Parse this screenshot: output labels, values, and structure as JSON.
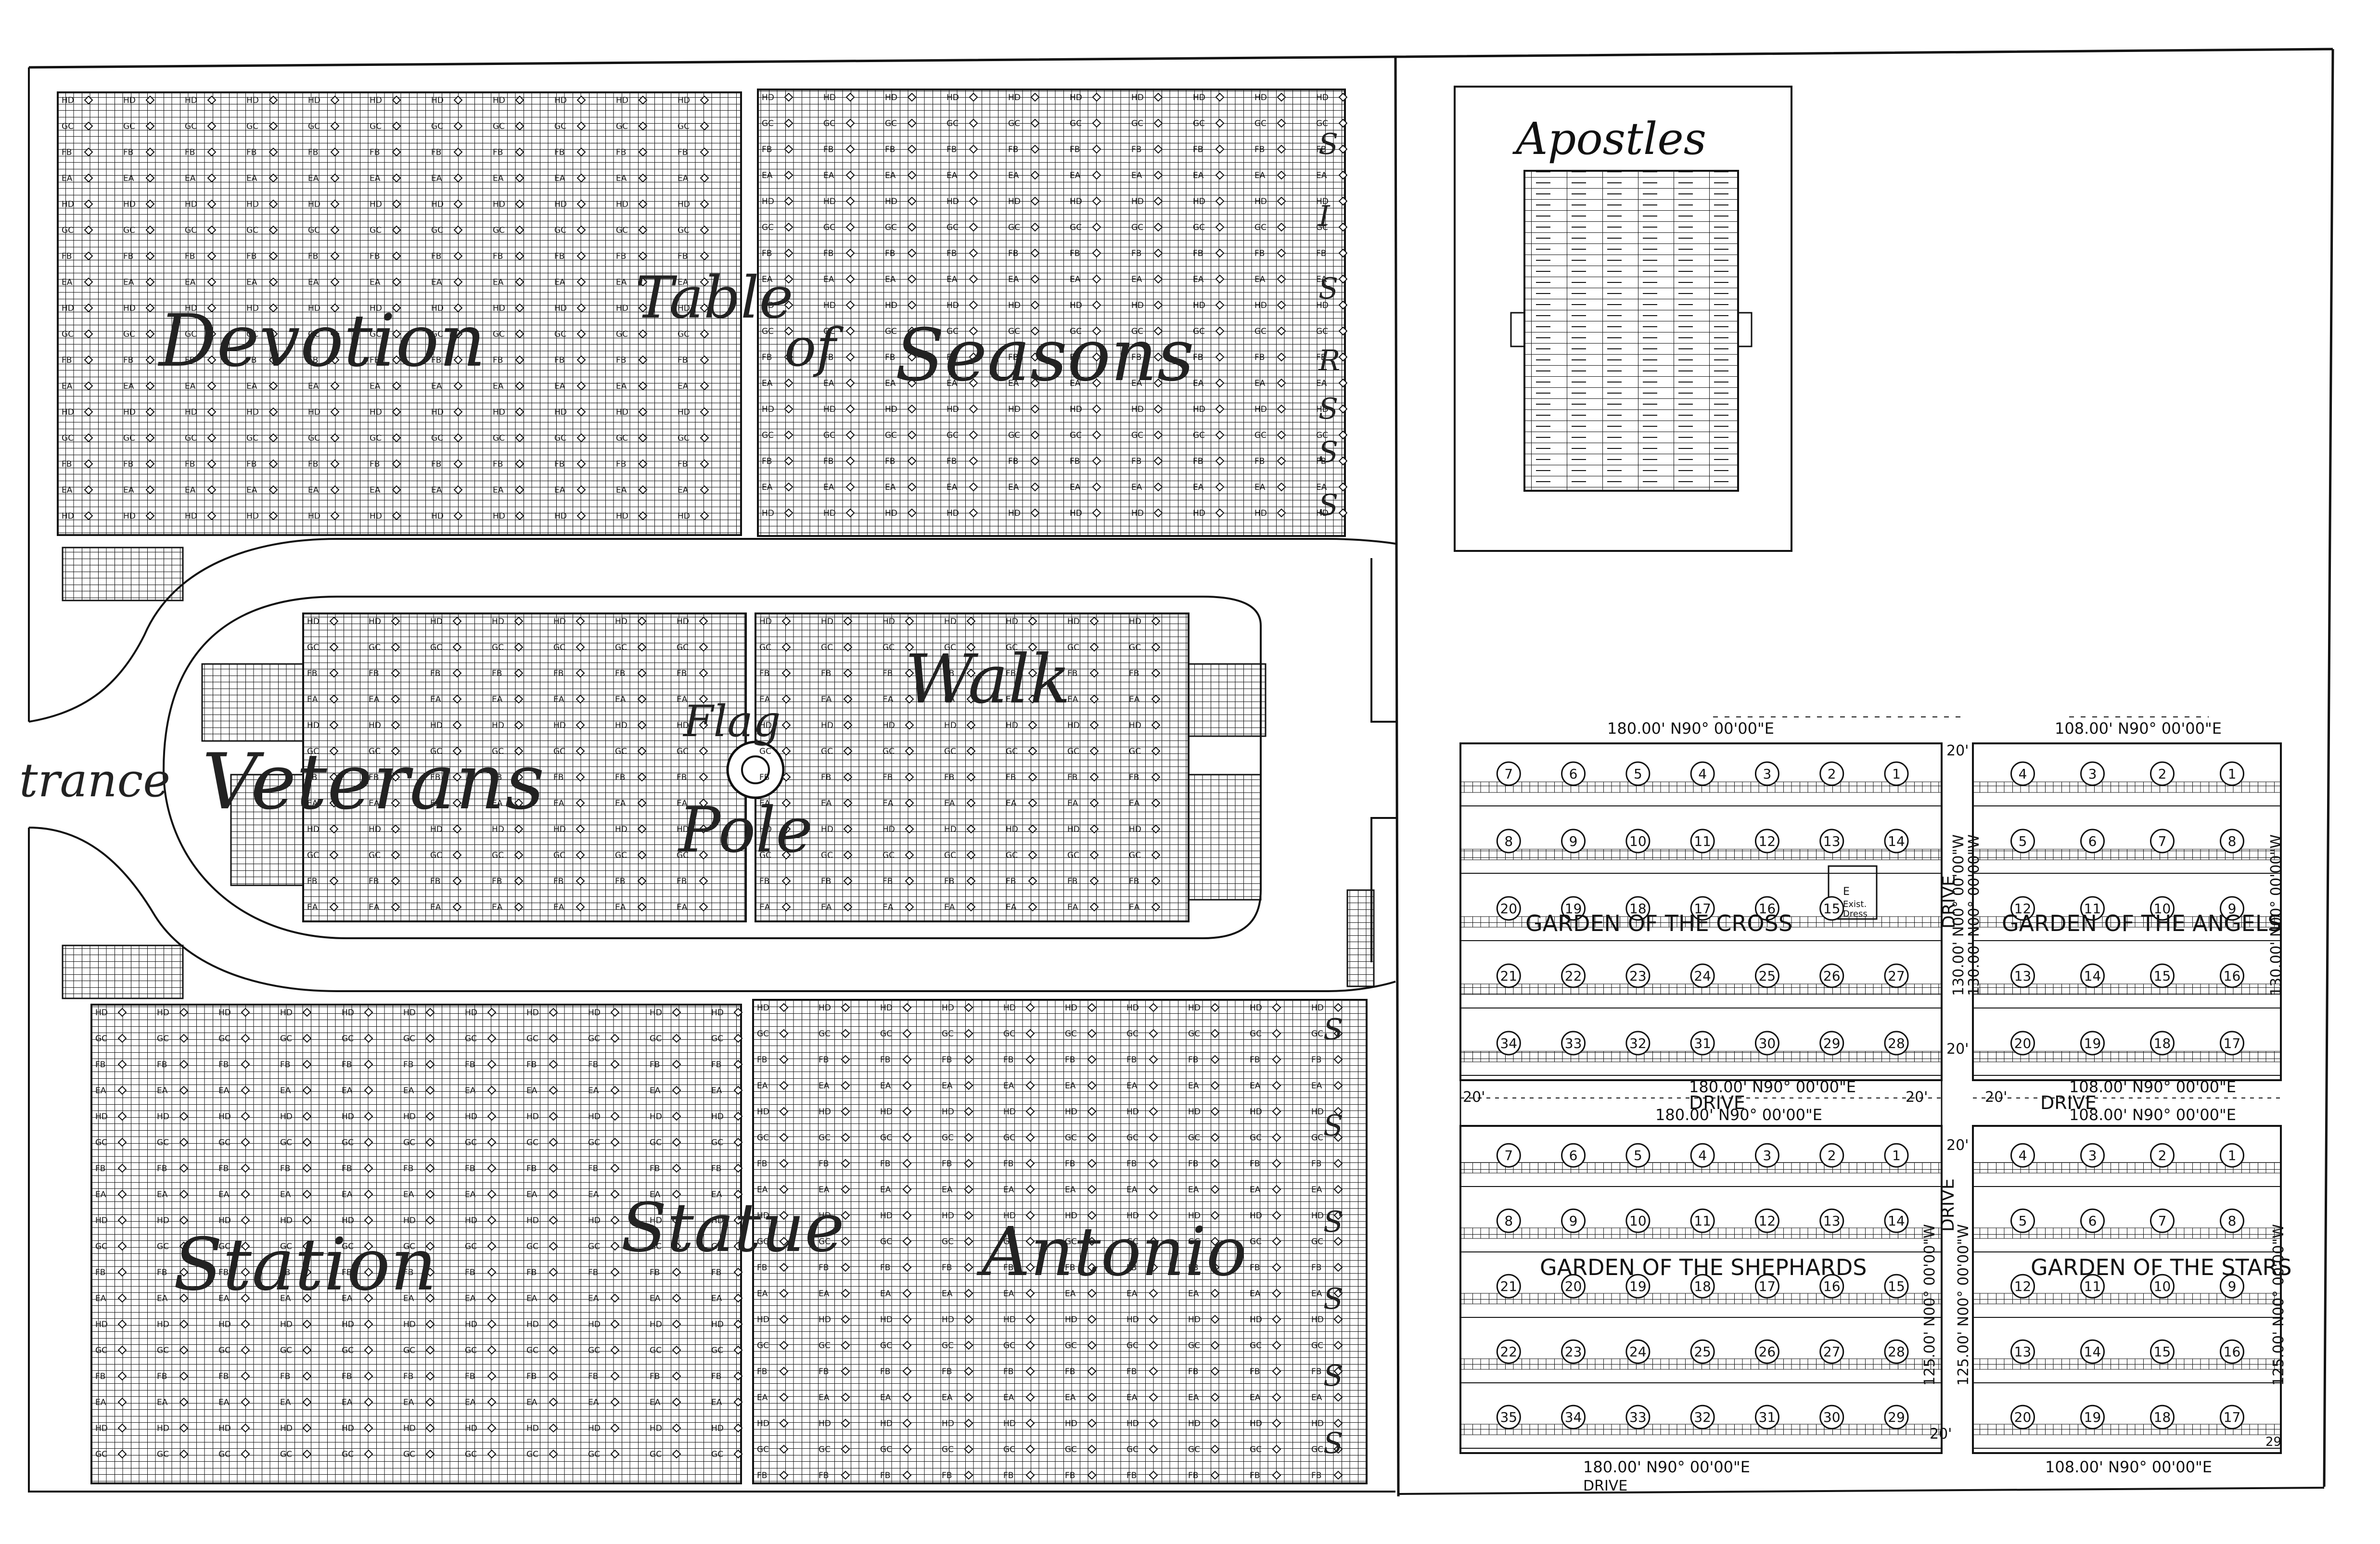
{
  "colors": {
    "ink": "#111111",
    "paper": "#ffffff",
    "faint": "#777777"
  },
  "section_cell_letters": [
    "H",
    "D",
    "G",
    "C",
    "F",
    "B",
    "E",
    "A"
  ],
  "row_pattern": [
    "HD",
    "GC",
    "FB",
    "EA"
  ],
  "left_map": {
    "entrance_label": "trance",
    "handwritten": [
      {
        "key": "devotion",
        "text": "Devotion"
      },
      {
        "key": "table",
        "text": "Table"
      },
      {
        "key": "of",
        "text": "of"
      },
      {
        "key": "seasons",
        "text": "Seasons"
      },
      {
        "key": "veterans",
        "text": "Veterans"
      },
      {
        "key": "flag",
        "text": "Flag"
      },
      {
        "key": "pole",
        "text": "Pole"
      },
      {
        "key": "walk",
        "text": "Walk"
      },
      {
        "key": "station",
        "text": "Station"
      },
      {
        "key": "statue",
        "text": "Statue"
      },
      {
        "key": "antonio",
        "text": "Antonio"
      }
    ],
    "seasons_letters": [
      "S",
      "I",
      "S",
      "R",
      "S",
      "S",
      "S"
    ],
    "bottom_right_letters": [
      "S",
      "S",
      "S",
      "S",
      "S",
      "S"
    ]
  },
  "apostles": {
    "title": "Apostles",
    "rows": 24,
    "cols": 6
  },
  "gardens": [
    {
      "key": "cross",
      "name": "GARDEN OF THE CROSS",
      "top_dim": "180.00' N90° 00'00\"E",
      "bottom_dim": "180.00' N90° 00'00\"E",
      "side_dim": "130.00' N00° 00'00\"W",
      "rows": [
        [
          "7",
          "6",
          "5",
          "4",
          "3",
          "2",
          "1"
        ],
        [
          "8",
          "9",
          "10",
          "11",
          "12",
          "13",
          "14"
        ],
        [
          "20",
          "19",
          "18",
          "17",
          "16",
          "15"
        ],
        [
          "21",
          "22",
          "23",
          "24",
          "25",
          "26",
          "27"
        ],
        [
          "34",
          "33",
          "32",
          "31",
          "30",
          "29",
          "28"
        ]
      ],
      "note_a": "E",
      "note_b": "Exist.",
      "note_c": "Dress"
    },
    {
      "key": "angels",
      "name": "GARDEN OF THE ANGELS",
      "top_dim": "108.00' N90° 00'00\"E",
      "bottom_dim": "108.00' N90° 00'00\"E",
      "side_dim": "130.00' N00° 00'00\"W",
      "side_dim_right": "130.00' N00° 00'00\"W",
      "rows": [
        [
          "4",
          "3",
          "2",
          "1"
        ],
        [
          "5",
          "6",
          "7",
          "8"
        ],
        [
          "12",
          "11",
          "10",
          "9"
        ],
        [
          "13",
          "14",
          "15",
          "16"
        ],
        [
          "20",
          "19",
          "18",
          "17"
        ]
      ]
    },
    {
      "key": "shephards",
      "name": "GARDEN OF THE SHEPHARDS",
      "top_dim": "180.00' N90° 00'00\"E",
      "bottom_dim": "180.00' N90° 00'00\"E",
      "side_dim": "125.00' N00° 00'00\"W",
      "rows": [
        [
          "7",
          "6",
          "5",
          "4",
          "3",
          "2",
          "1"
        ],
        [
          "8",
          "9",
          "10",
          "11",
          "12",
          "13",
          "14"
        ],
        [
          "21",
          "20",
          "19",
          "18",
          "17",
          "16",
          "15"
        ],
        [
          "22",
          "23",
          "24",
          "25",
          "26",
          "27",
          "28"
        ],
        [
          "35",
          "34",
          "33",
          "32",
          "31",
          "30",
          "29"
        ]
      ]
    },
    {
      "key": "stars",
      "name": "GARDEN OF THE STARS",
      "top_dim": "108.00' N90° 00'00\"E",
      "bottom_dim": "108.00' N90° 00'00\"E",
      "side_dim": "125.00' N00° 00'00\"W",
      "side_dim_right": "125.00' N00° 00'00\"W",
      "rows": [
        [
          "4",
          "3",
          "2",
          "1"
        ],
        [
          "5",
          "6",
          "7",
          "8"
        ],
        [
          "12",
          "11",
          "10",
          "9"
        ],
        [
          "13",
          "14",
          "15",
          "16"
        ],
        [
          "20",
          "19",
          "18",
          "17"
        ]
      ]
    }
  ],
  "road_labels": {
    "drive": "DRIVE",
    "drive_cut": "DRIVE",
    "twenty": "20'",
    "sheet_no": "29"
  }
}
